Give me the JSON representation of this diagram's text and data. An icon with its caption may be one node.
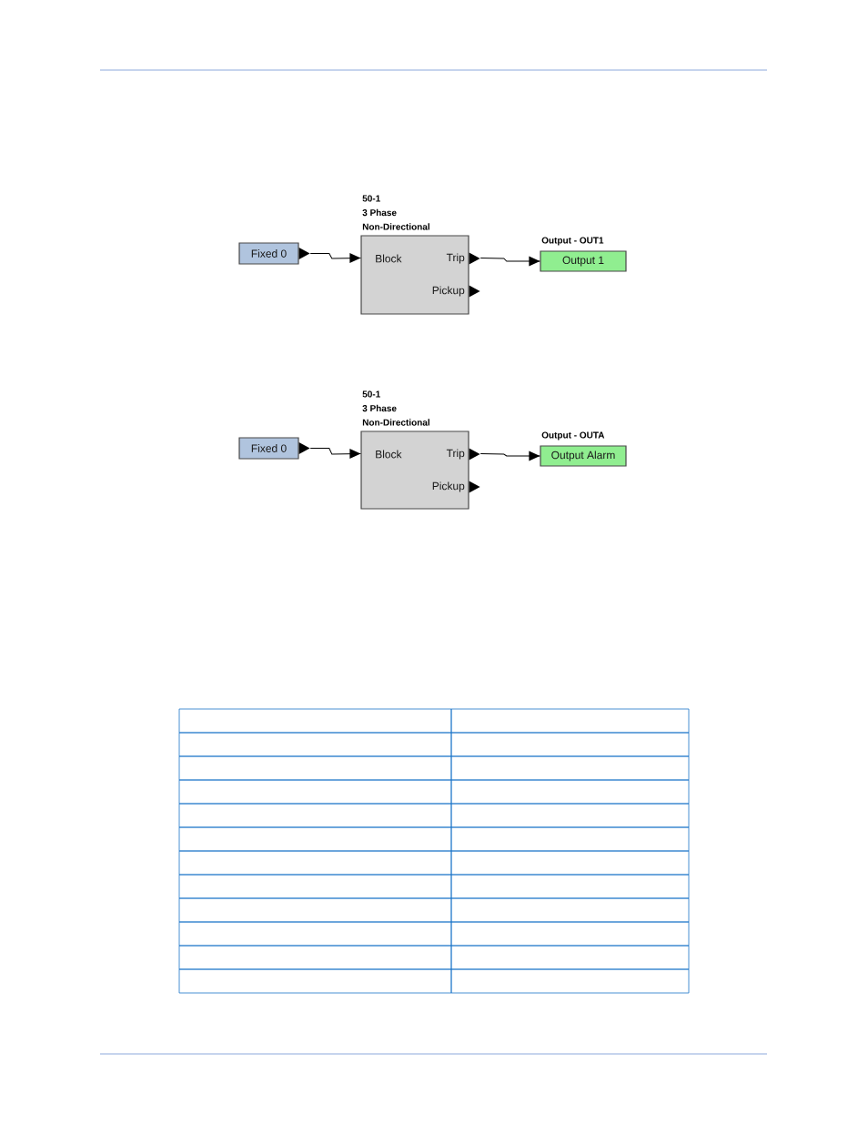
{
  "diagram": {
    "nodes": [
      {
        "text": [
          "Fixed 0"
        ]
      },
      {
        "text": [
          "50-1",
          "3 Phase",
          "Non-Directional",
          "Block",
          "Trip",
          "Pickup"
        ]
      },
      {
        "text": [
          "Output - OUT1",
          "Output 1"
        ]
      },
      {
        "text": [
          "Fixed 0"
        ]
      },
      {
        "text": [
          "50-1",
          "3 Phase",
          "Non-Directional",
          "Block",
          "Trip",
          "Pickup"
        ]
      },
      {
        "text": [
          "Output - OUTA",
          "Output Alarm"
        ]
      }
    ],
    "edges": [
      {
        "from": 0,
        "to": 1,
        "arrow": "to"
      },
      {
        "from": 1,
        "to": 2,
        "arrow": "to"
      },
      {
        "from": 3,
        "to": 4,
        "arrow": "to"
      },
      {
        "from": 4,
        "to": 5,
        "arrow": "to"
      }
    ]
  }
}
